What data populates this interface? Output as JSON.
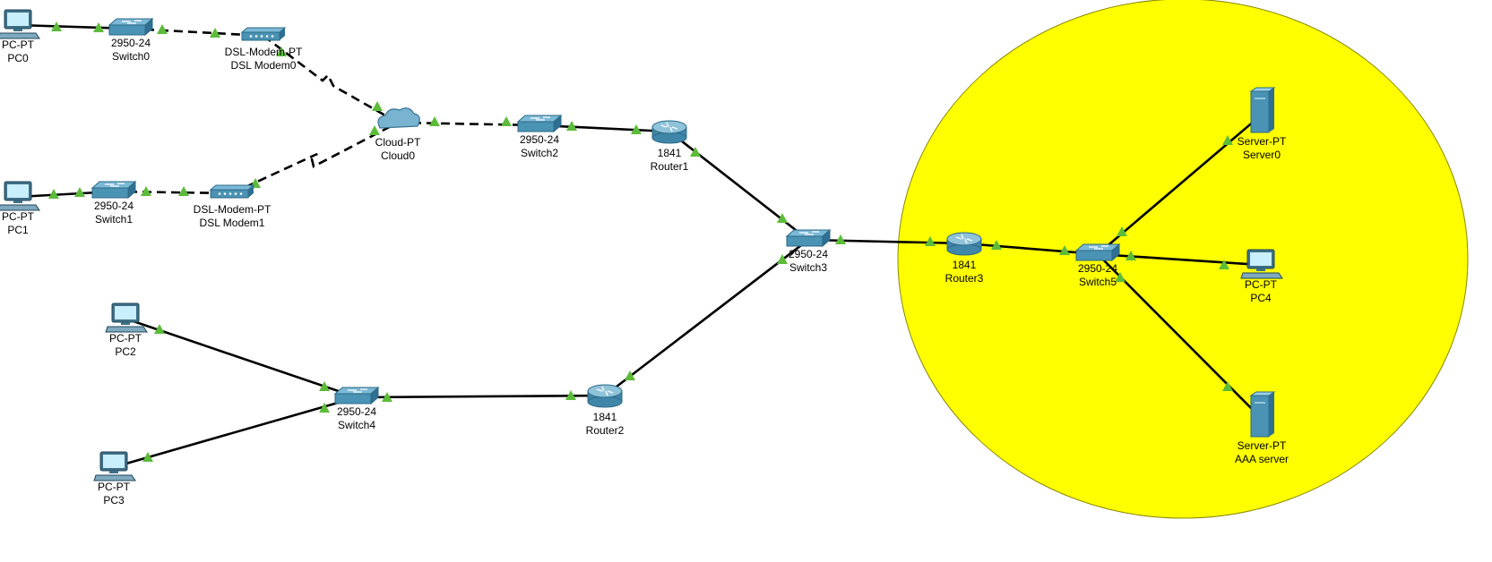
{
  "colors": {
    "zone": "#ffff00",
    "link": "#000000",
    "port_up": "#5dbb3a",
    "device": "#4a93b4"
  },
  "devices": [
    {
      "id": "pc0",
      "icon": "pc-icon",
      "model": "PC-PT",
      "name": "PC0"
    },
    {
      "id": "switch0",
      "icon": "switch-icon",
      "model": "2950-24",
      "name": "Switch0"
    },
    {
      "id": "dslmodem0",
      "icon": "dsl-modem-icon",
      "model": "DSL-Modem-PT",
      "name": "DSL Modem0"
    },
    {
      "id": "pc1",
      "icon": "pc-icon",
      "model": "PC-PT",
      "name": "PC1"
    },
    {
      "id": "switch1",
      "icon": "switch-icon",
      "model": "2950-24",
      "name": "Switch1"
    },
    {
      "id": "dslmodem1",
      "icon": "dsl-modem-icon",
      "model": "DSL-Modem-PT",
      "name": "DSL Modem1"
    },
    {
      "id": "cloud0",
      "icon": "cloud-icon",
      "model": "Cloud-PT",
      "name": "Cloud0"
    },
    {
      "id": "switch2",
      "icon": "switch-icon",
      "model": "2950-24",
      "name": "Switch2"
    },
    {
      "id": "router1",
      "icon": "router-icon",
      "model": "1841",
      "name": "Router1"
    },
    {
      "id": "switch3",
      "icon": "switch-icon",
      "model": "2950-24",
      "name": "Switch3"
    },
    {
      "id": "pc2",
      "icon": "pc-icon",
      "model": "PC-PT",
      "name": "PC2"
    },
    {
      "id": "pc3",
      "icon": "pc-icon",
      "model": "PC-PT",
      "name": "PC3"
    },
    {
      "id": "switch4",
      "icon": "switch-icon",
      "model": "2950-24",
      "name": "Switch4"
    },
    {
      "id": "router2",
      "icon": "router-icon",
      "model": "1841",
      "name": "Router2"
    },
    {
      "id": "router3",
      "icon": "router-icon",
      "model": "1841",
      "name": "Router3"
    },
    {
      "id": "switch5",
      "icon": "switch-icon",
      "model": "2950-24",
      "name": "Switch5"
    },
    {
      "id": "server0",
      "icon": "server-icon",
      "model": "Server-PT",
      "name": "Server0"
    },
    {
      "id": "pc4",
      "icon": "pc-icon",
      "model": "PC-PT",
      "name": "PC4"
    },
    {
      "id": "aaaserver",
      "icon": "server-icon",
      "model": "Server-PT",
      "name": "AAA server"
    }
  ],
  "links": [
    {
      "from": "pc0",
      "to": "switch0",
      "style": "solid"
    },
    {
      "from": "switch0",
      "to": "dslmodem0",
      "style": "dashed"
    },
    {
      "from": "dslmodem0",
      "to": "cloud0",
      "style": "dashed"
    },
    {
      "from": "pc1",
      "to": "switch1",
      "style": "solid"
    },
    {
      "from": "switch1",
      "to": "dslmodem1",
      "style": "dashed"
    },
    {
      "from": "dslmodem1",
      "to": "cloud0",
      "style": "dashed"
    },
    {
      "from": "cloud0",
      "to": "switch2",
      "style": "dashed"
    },
    {
      "from": "switch2",
      "to": "router1",
      "style": "solid"
    },
    {
      "from": "router1",
      "to": "switch3",
      "style": "solid"
    },
    {
      "from": "pc2",
      "to": "switch4",
      "style": "solid"
    },
    {
      "from": "pc3",
      "to": "switch4",
      "style": "solid"
    },
    {
      "from": "switch4",
      "to": "router2",
      "style": "solid"
    },
    {
      "from": "router2",
      "to": "switch3",
      "style": "solid"
    },
    {
      "from": "switch3",
      "to": "router3",
      "style": "solid"
    },
    {
      "from": "router3",
      "to": "switch5",
      "style": "solid"
    },
    {
      "from": "switch5",
      "to": "server0",
      "style": "solid"
    },
    {
      "from": "switch5",
      "to": "pc4",
      "style": "solid"
    },
    {
      "from": "switch5",
      "to": "aaaserver",
      "style": "solid"
    }
  ]
}
